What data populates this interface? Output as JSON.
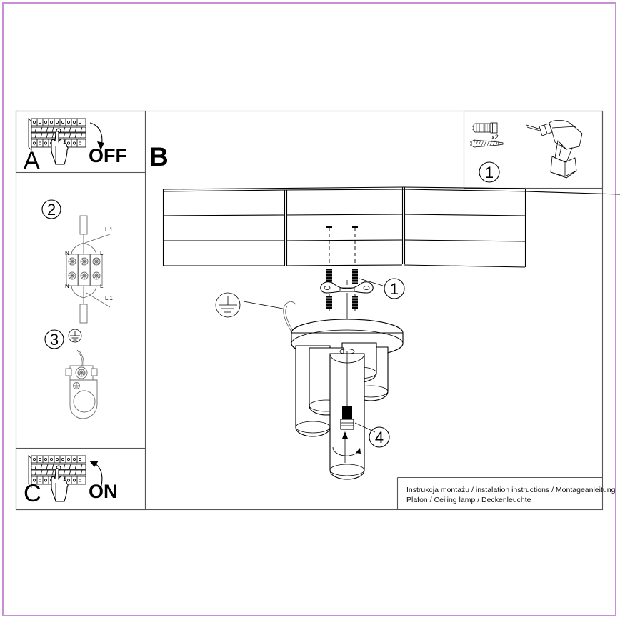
{
  "document": {
    "type": "installation-instructions",
    "border_color": "#c98fd6",
    "line_color": "#000000"
  },
  "sections": {
    "a": {
      "letter": "A",
      "action_label": "OFF",
      "icon": "circuit-breaker-panel",
      "hand_icon": "hand-pointing",
      "arrow": "curved-arrow-down"
    },
    "b": {
      "letter": "B"
    },
    "c": {
      "letter": "C",
      "action_label": "ON",
      "icon": "circuit-breaker-panel",
      "hand_icon": "hand-pointing",
      "arrow": "curved-arrow-up"
    }
  },
  "steps": [
    {
      "number": "1",
      "position": "top-right",
      "parts": {
        "wall_plug": "wall-plug",
        "quantity": "x2",
        "screw": "screw",
        "tool": "power-drill"
      }
    },
    {
      "number": "2",
      "position": "left",
      "terminal_labels": {
        "top_left": "N",
        "top_right": "L",
        "bottom_left": "N",
        "bottom_right": "L",
        "lead_top": "L 1",
        "lead_bottom": "L 1"
      },
      "icon": "terminal-block"
    },
    {
      "number": "3",
      "position": "left",
      "icon": "earth-ground-symbol",
      "part": "ground-terminal-bracket"
    },
    {
      "number": "1",
      "position": "center",
      "part": "mounting-bracket"
    },
    {
      "number": "4",
      "position": "center-lamp",
      "part": "light-bulb",
      "icon": "rotate-arrow"
    }
  ],
  "lamp": {
    "type": "ceiling-lamp",
    "canopy": "round-canopy-plate",
    "tube_count": 5,
    "ground_symbol": "earth-ground-symbol"
  },
  "footer": {
    "line1": "Instrukcja montażu / instalation instructions / Montageanleitung",
    "line2": "Plafon / Ceiling lamp / Deckenleuchte"
  }
}
